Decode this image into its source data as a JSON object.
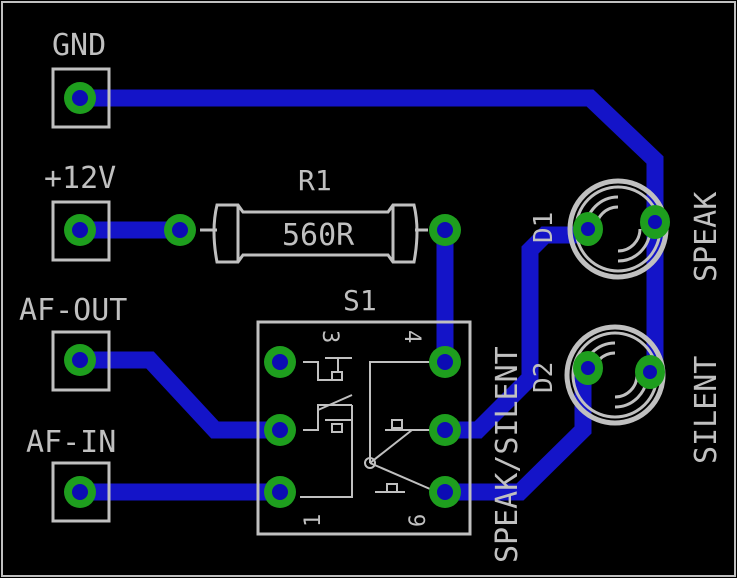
{
  "labels": {
    "gnd": "GND",
    "v12": "+12V",
    "af_out": "AF-OUT",
    "af_in": "AF-IN",
    "r1_name": "R1",
    "r1_value": "560R",
    "s1_name": "S1",
    "d1": "D1",
    "d2": "D2",
    "pin3": "3",
    "pin4": "4",
    "pin1": "1",
    "pin6": "6",
    "speak_silent": "SPEAK/SILENT",
    "speak": "SPEAK",
    "silent": "SILENT"
  },
  "colors": {
    "background": "#000000",
    "trace": "#1414c8",
    "pad": "#1e9e1e",
    "drill": "#0c0cb4",
    "silk": "#c0c0c0"
  }
}
